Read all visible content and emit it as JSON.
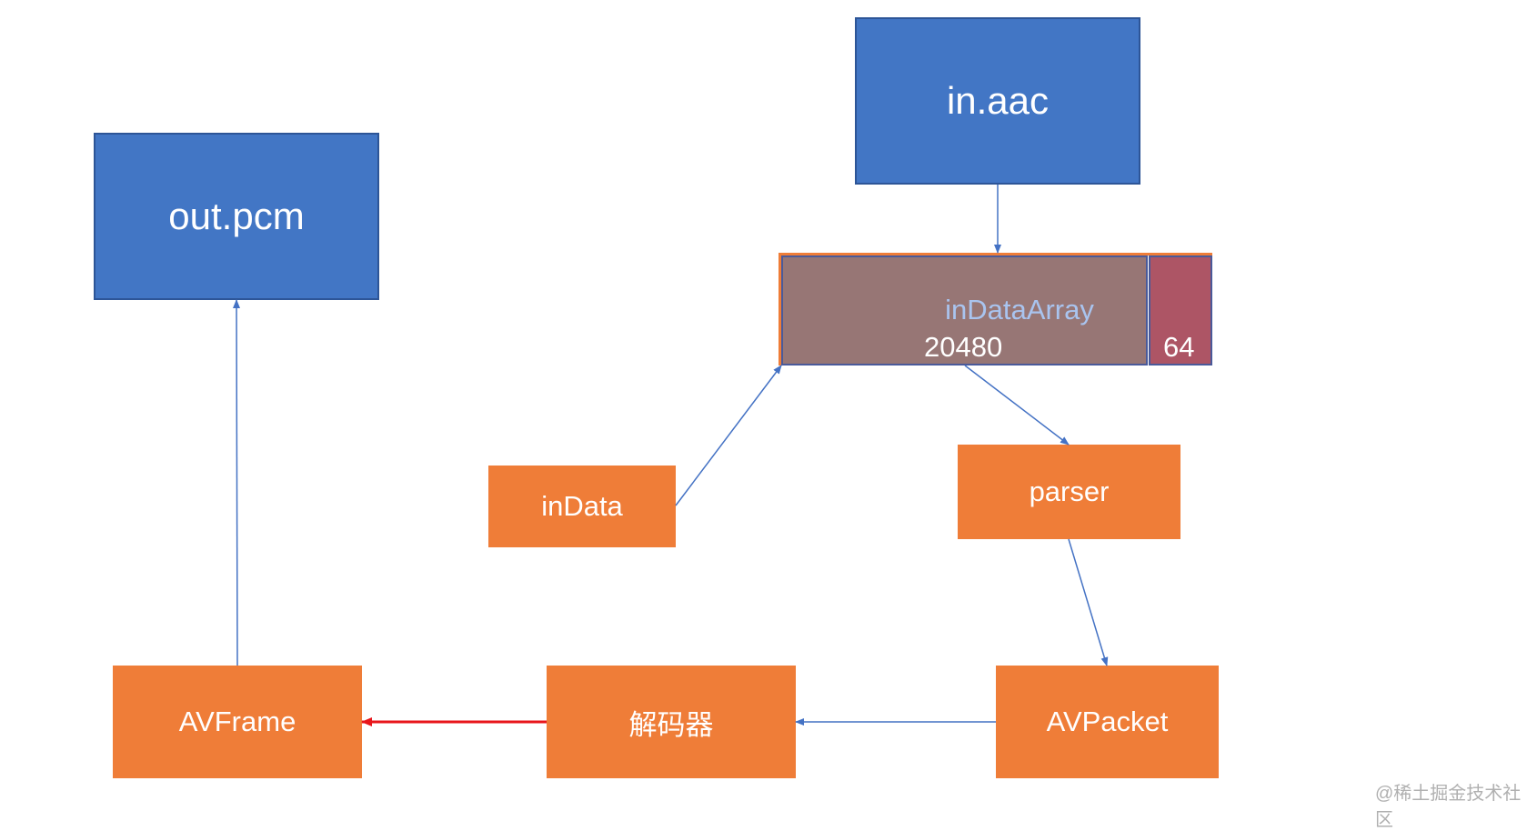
{
  "nodes": {
    "out_pcm": "out.pcm",
    "in_aac": "in.aac",
    "in_data_array": "inDataArray",
    "in_data_array_size": "20480",
    "in_data_array_extra": "64",
    "in_data": "inData",
    "parser": "parser",
    "av_frame": "AVFrame",
    "decoder": "解码器",
    "av_packet": "AVPacket"
  },
  "watermark": "@稀土掘金技术社区",
  "colors": {
    "blue_box": "#4276c5",
    "orange_box": "#ef7d38",
    "array_main": "#977675",
    "array_extra": "#ad5565",
    "connector": "#4472c4",
    "highlight_arrow": "#e8161b"
  }
}
